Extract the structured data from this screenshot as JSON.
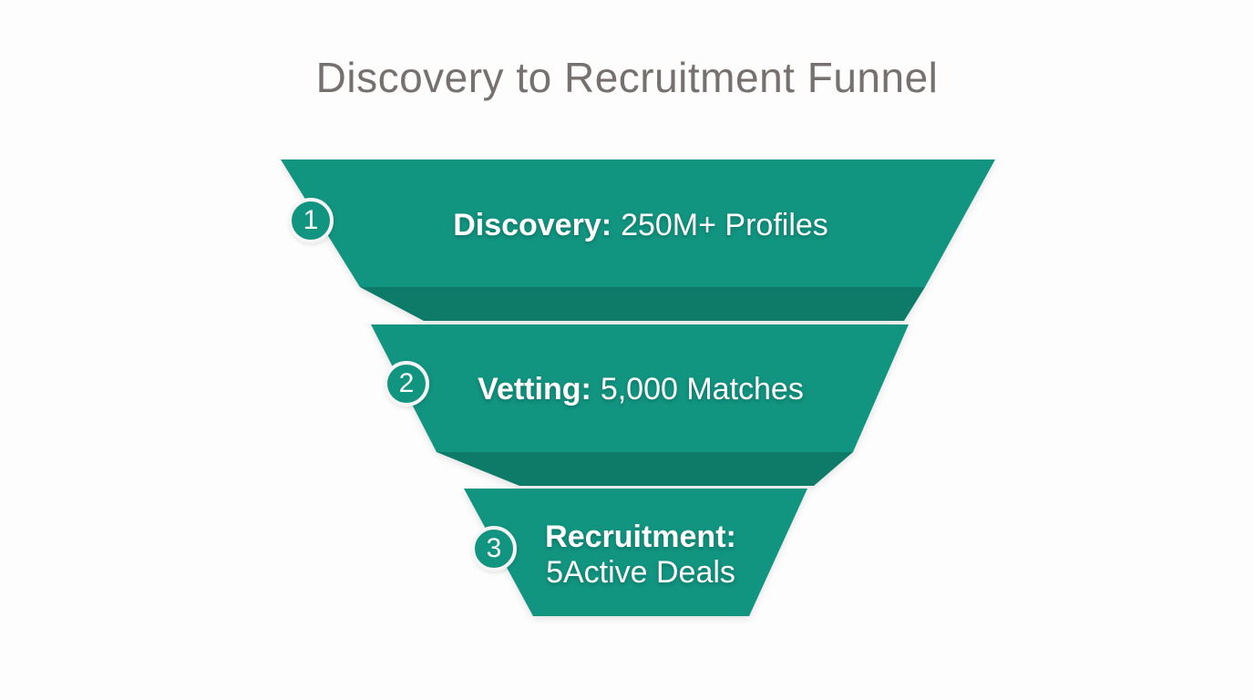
{
  "title": "Discovery to Recruitment Funnel",
  "colors": {
    "background": "#fdfdfd",
    "stage_teal": "#119480",
    "fold_teal": "#0e7a68",
    "title_gray": "#76716f",
    "text_white": "#ffffff",
    "circle_border": "#f5f5f5"
  },
  "chart_data": {
    "type": "funnel",
    "title": "Discovery to Recruitment Funnel",
    "stages": [
      {
        "step": 1,
        "label": "Discovery",
        "value_text": "250M+ Profiles",
        "value": 250000000
      },
      {
        "step": 2,
        "label": "Vetting",
        "value_text": "5,000 Matches",
        "value": 5000
      },
      {
        "step": 3,
        "label": "Recruitment",
        "value_text": "5Active Deals",
        "value": 5
      }
    ]
  },
  "stages": [
    {
      "number": "1",
      "label": "Discovery:",
      "value": "250M+ Profiles"
    },
    {
      "number": "2",
      "label": "Vetting:",
      "value": "5,000 Matches"
    },
    {
      "number": "3",
      "label": "Recruitment:",
      "value": "5Active Deals"
    }
  ]
}
